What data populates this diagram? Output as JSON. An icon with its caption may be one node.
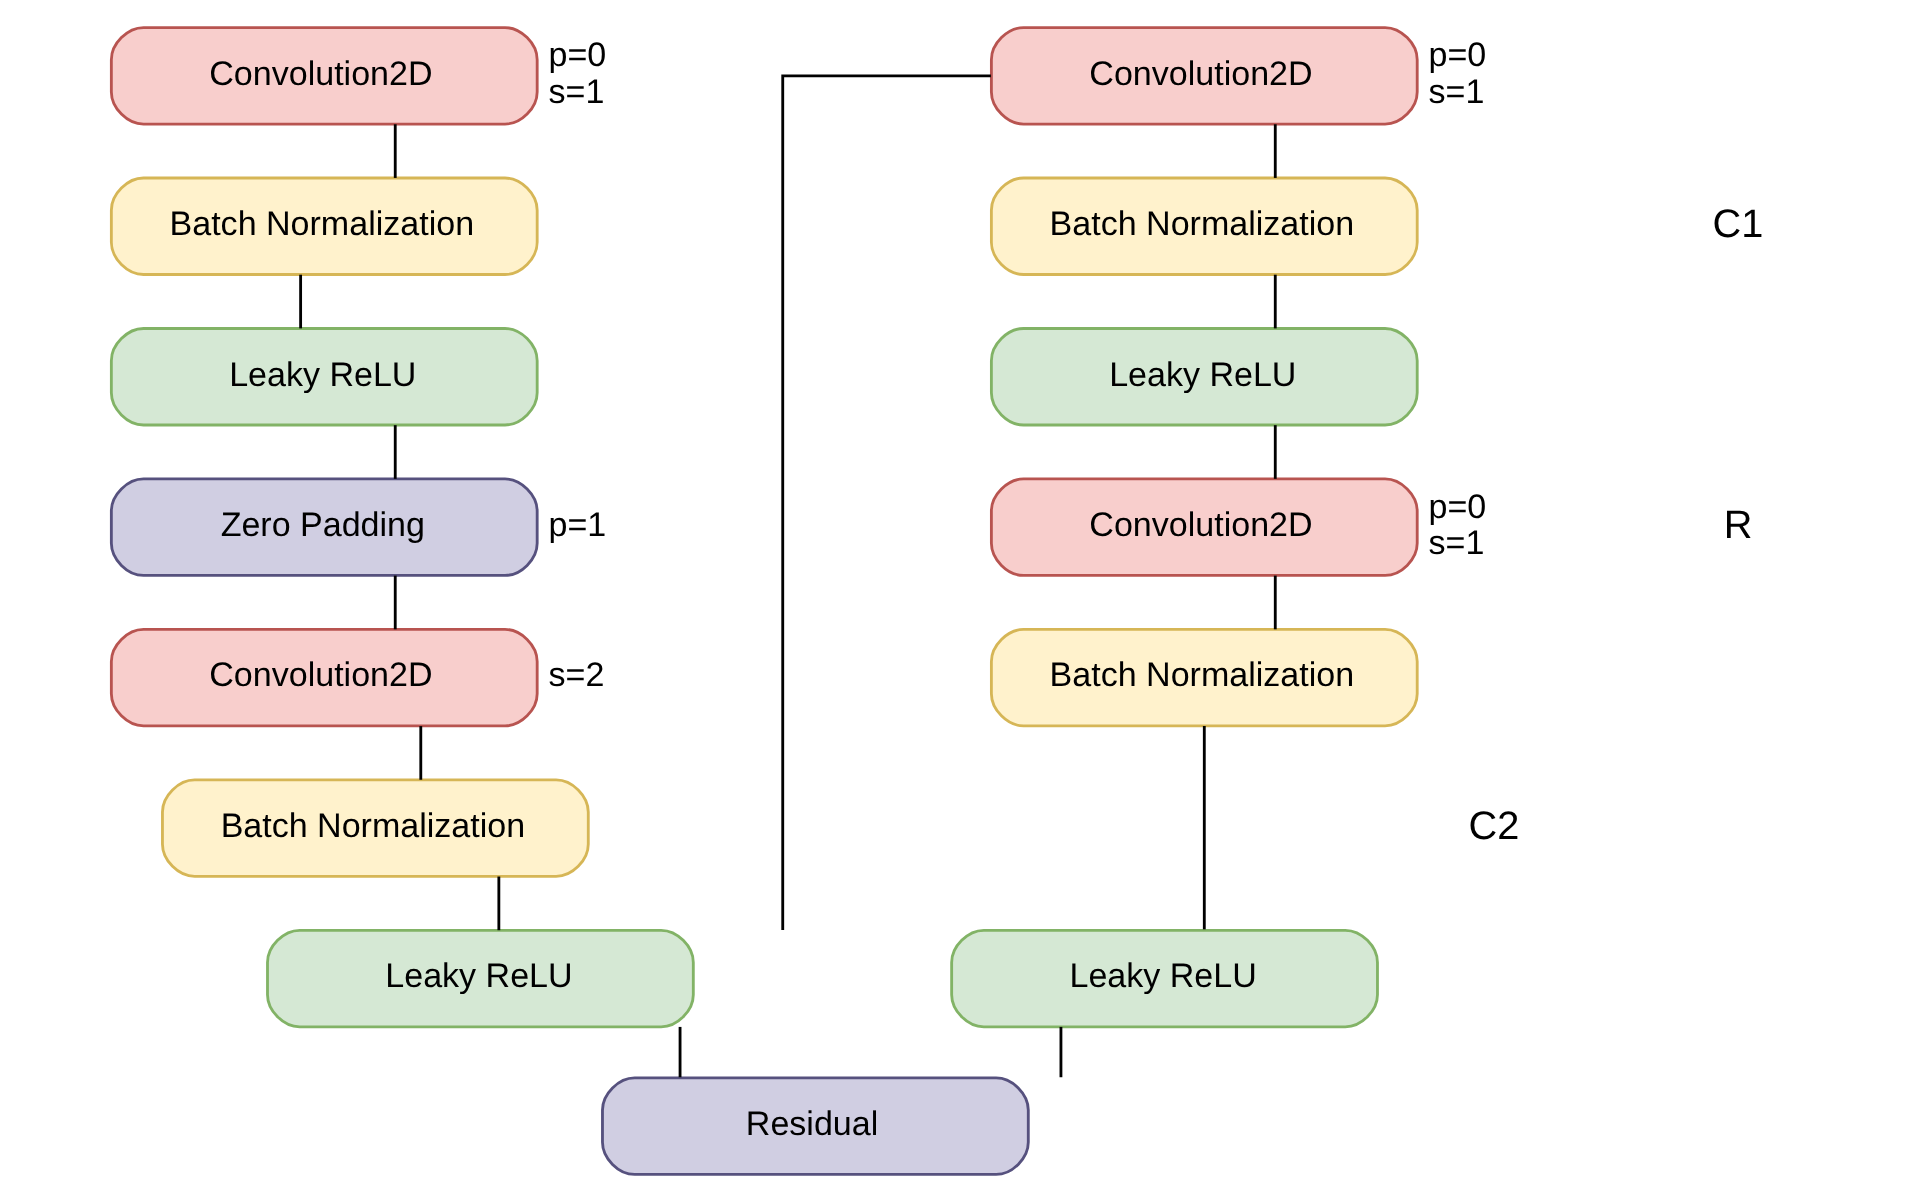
{
  "diagram": {
    "nodes": [
      {
        "text": [
          "Convolution2D"
        ],
        "beside": [
          "p=0 s=1"
        ]
      },
      {
        "text": [
          "Batch Normalization"
        ]
      },
      {
        "text": [
          "Leaky ReLU"
        ]
      },
      {
        "text": [
          "Zero Padding"
        ],
        "beside": [
          "p=1"
        ]
      },
      {
        "text": [
          "Convolution2D"
        ],
        "beside": [
          "s=2"
        ]
      },
      {
        "text": [
          "Batch Normalization"
        ]
      },
      {
        "text": [
          "Leaky ReLU"
        ]
      },
      {
        "text": [
          "Convolution2D"
        ],
        "beside": [
          "p=0 s=1"
        ]
      },
      {
        "text": [
          "Batch Normalization"
        ]
      },
      {
        "text": [
          "Leaky ReLU"
        ]
      },
      {
        "text": [
          "Convolution2D"
        ],
        "beside": [
          "p=0 s=1"
        ]
      },
      {
        "text": [
          "Batch Normalization"
        ]
      },
      {
        "text": [
          "Leaky ReLU"
        ]
      },
      {
        "text": [
          "Residual"
        ]
      }
    ],
    "edges": [
      {
        "from": 0,
        "to": 1,
        "arrow": "none"
      },
      {
        "from": 1,
        "to": 2,
        "arrow": "none"
      },
      {
        "from": 2,
        "to": 3,
        "arrow": "none"
      },
      {
        "from": 3,
        "to": 4,
        "arrow": "none"
      },
      {
        "from": 4,
        "to": 5,
        "arrow": "none"
      },
      {
        "from": 5,
        "to": 6,
        "arrow": "none"
      },
      {
        "from": 6,
        "to": 7,
        "arrow": "none"
      },
      {
        "from": 7,
        "to": 8,
        "arrow": "none"
      },
      {
        "from": 8,
        "to": 9,
        "arrow": "none"
      },
      {
        "from": 9,
        "to": 10,
        "arrow": "none"
      },
      {
        "from": 10,
        "to": 11,
        "arrow": "none"
      },
      {
        "from": 11,
        "to": 12,
        "arrow": "none"
      },
      {
        "from": 12,
        "to": 13,
        "arrow": "none"
      },
      {
        "from": 6,
        "to": 13,
        "arrow": "none"
      }
    ],
    "labels": [
      "C1",
      "C2",
      "R"
    ]
  }
}
